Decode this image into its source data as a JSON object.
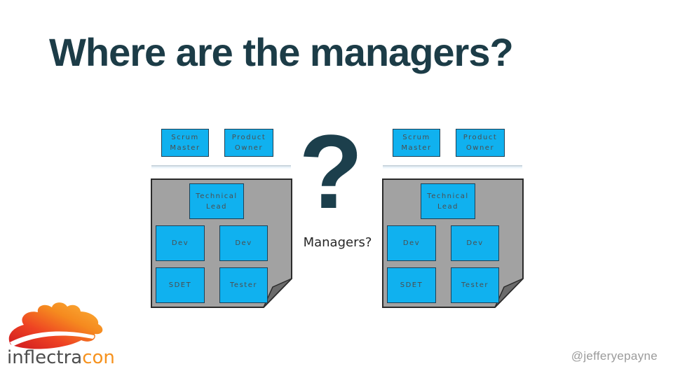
{
  "slide": {
    "title": "Where are the managers?",
    "center": {
      "question_mark": "?",
      "caption": "Managers?"
    },
    "logo": {
      "name_gray": "inflectra",
      "name_orange": "con"
    },
    "footer": {
      "handle": "@jefferyepayne"
    }
  },
  "teams": [
    {
      "name": "left-team",
      "scrum_master": "Scrum\nMaster",
      "product_owner": "Product\nOwner",
      "technical_lead": "Technical\nLead",
      "members": [
        "Dev",
        "Dev",
        "SDET",
        "Tester"
      ]
    },
    {
      "name": "right-team",
      "scrum_master": "Scrum\nMaster",
      "product_owner": "Product\nOwner",
      "technical_lead": "Technical\nLead",
      "members": [
        "Dev",
        "Dev",
        "SDET",
        "Tester"
      ]
    }
  ],
  "colors": {
    "title_text": "#1c3c47",
    "role_box_fill": "#10b1ef",
    "role_box_border": "#1f4055",
    "role_box_text": "#4d4d4d",
    "panel_fill": "#a2a2a2",
    "panel_fold": "#6b6b6b",
    "panel_border": "#2b2b2b",
    "question_mark": "#1c3f4c",
    "logo_orange": "#f6921e",
    "logo_gray": "#4d4d4d",
    "handle_text": "#9b9b9b"
  }
}
